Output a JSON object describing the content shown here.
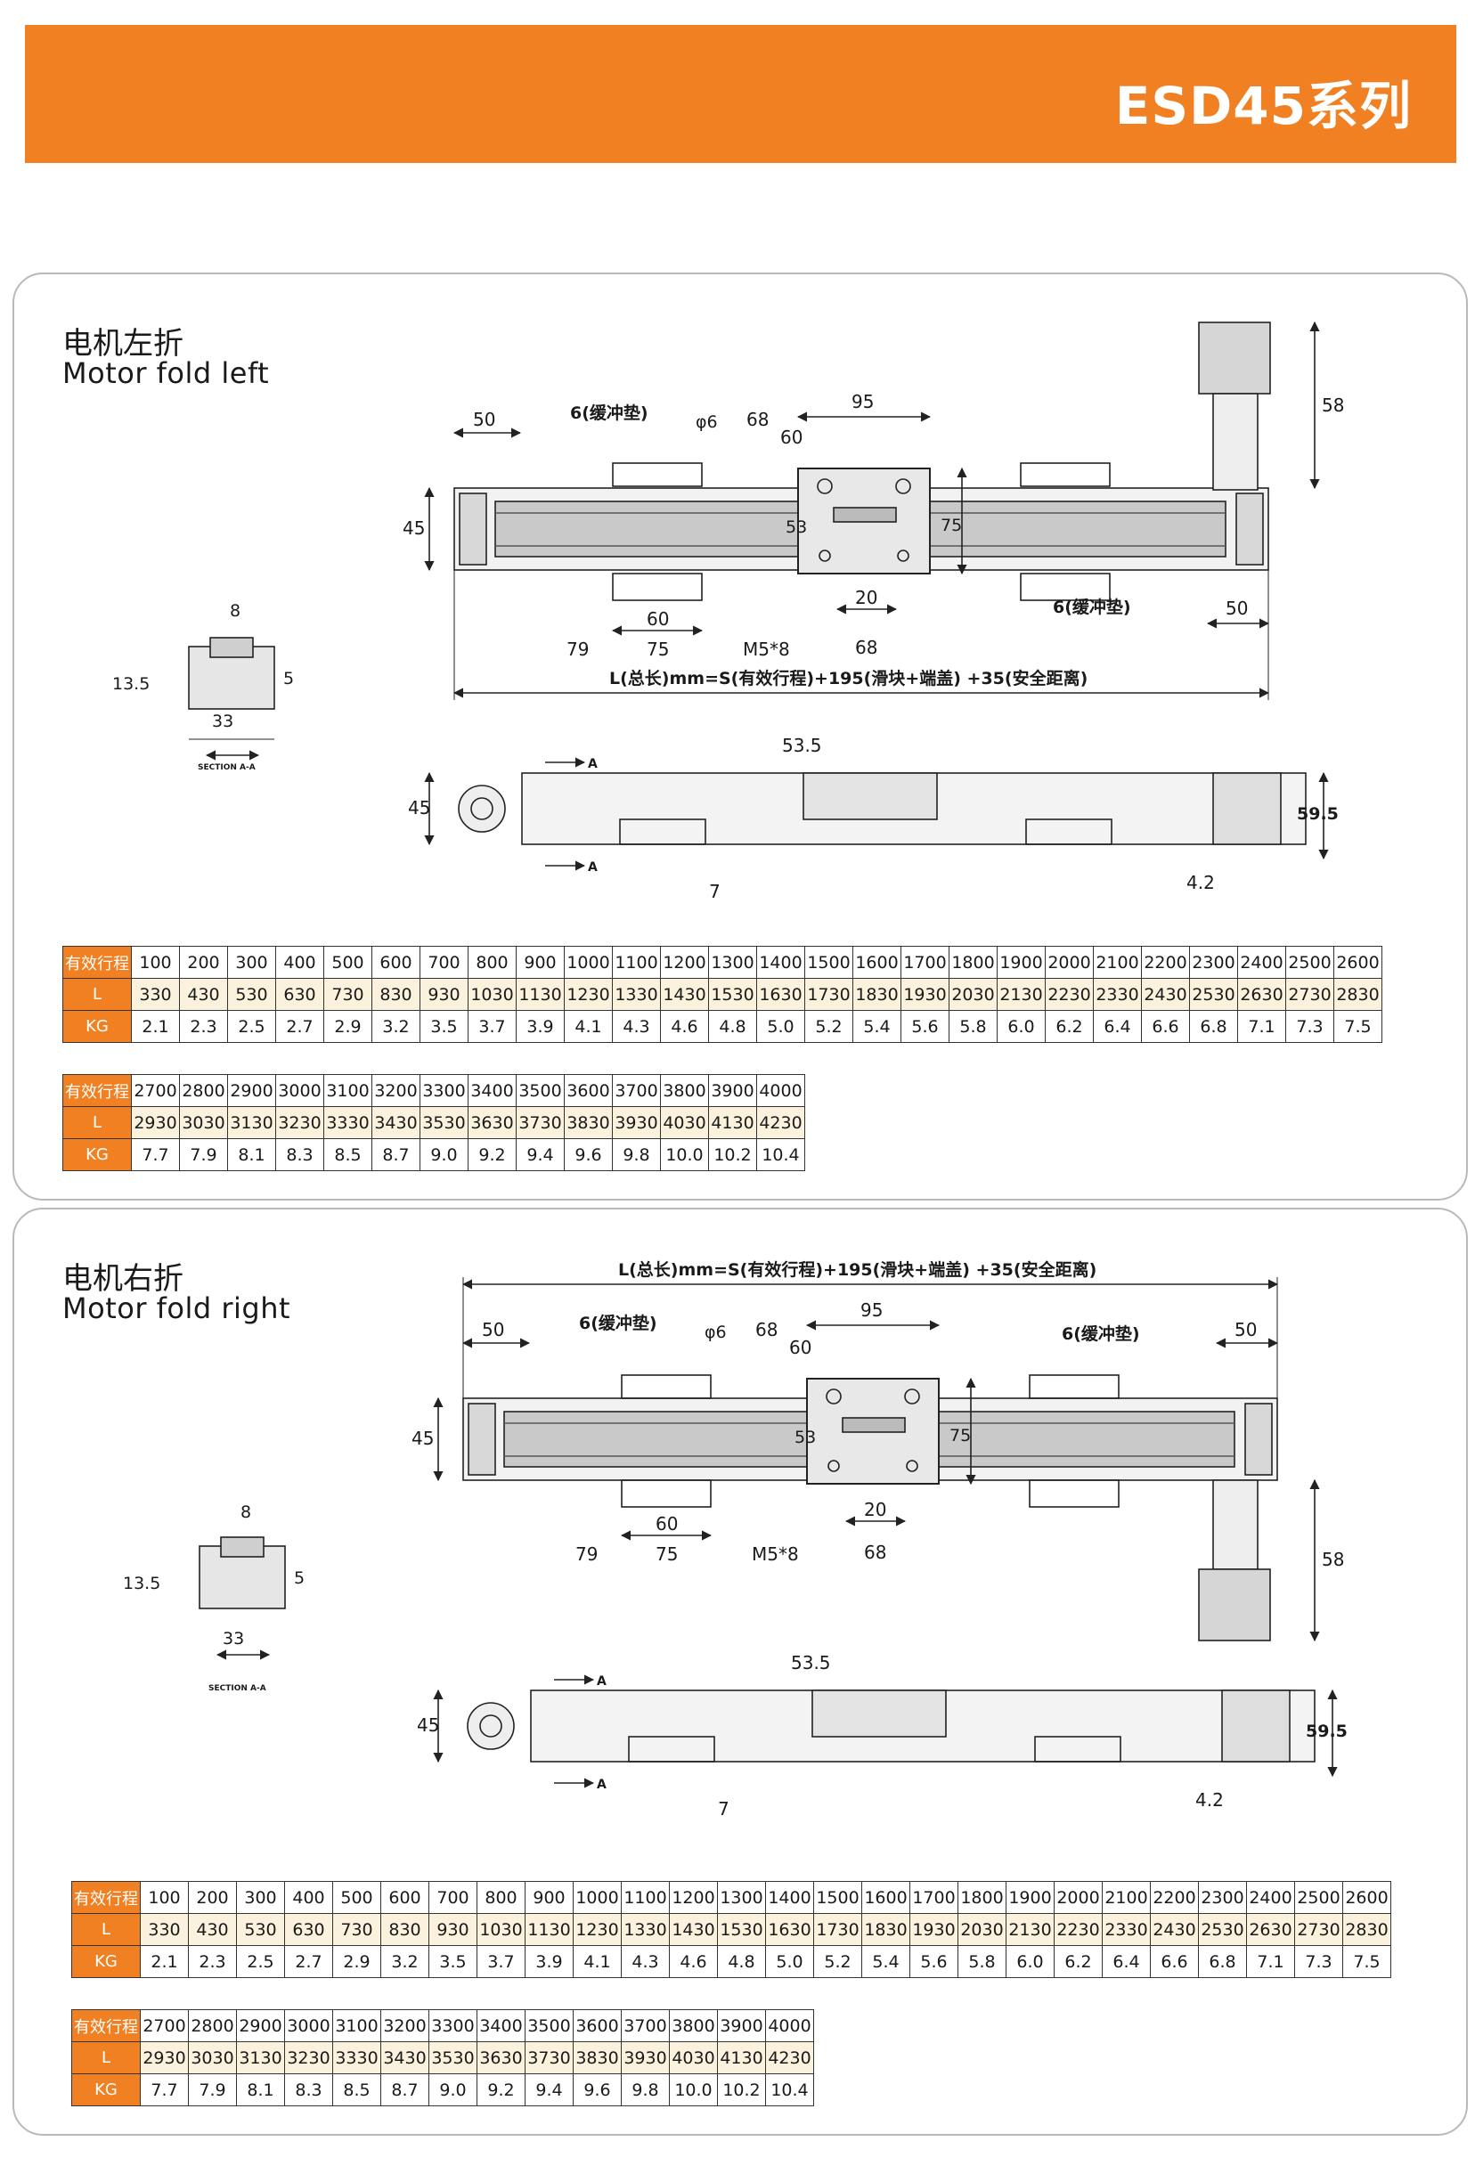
{
  "header": {
    "title": "ESD45系列",
    "bar_color": "#f08021"
  },
  "sections": [
    {
      "id": "left",
      "title_cn": "电机左折",
      "title_en": "Motor fold left",
      "labels": {
        "d50a": "50",
        "cushion_a": "6(缓冲垫)",
        "phi6": "φ6",
        "d68": "68",
        "d60": "60",
        "d95": "95",
        "d58": "58",
        "d45": "45",
        "d53": "53",
        "d75v": "75",
        "d60b": "60",
        "d75b": "75",
        "d79": "79",
        "m58": "M5*8",
        "d20": "20",
        "d68b": "68",
        "cushion_b": "6(缓冲垫)",
        "d50b": "50",
        "formula": "L(总长)mm=S(有效行程)+195(滑块+端盖) +35(安全距离)",
        "sec8": "8",
        "sec135": "13.5",
        "sec5": "5",
        "sec33": "33",
        "section": "SECTION A-A",
        "top535": "53.5",
        "top45": "45",
        "top595": "59.5",
        "top7": "7",
        "top42": "4.2",
        "arrow_a": "A",
        "arrow_b": "A"
      },
      "table1": {
        "headers": [
          "有效行程",
          "L",
          "KG"
        ],
        "stroke": [
          "100",
          "200",
          "300",
          "400",
          "500",
          "600",
          "700",
          "800",
          "900",
          "1000",
          "1100",
          "1200",
          "1300",
          "1400",
          "1500",
          "1600",
          "1700",
          "1800",
          "1900",
          "2000",
          "2100",
          "2200",
          "2300",
          "2400",
          "2500",
          "2600"
        ],
        "L": [
          "330",
          "430",
          "530",
          "630",
          "730",
          "830",
          "930",
          "1030",
          "1130",
          "1230",
          "1330",
          "1430",
          "1530",
          "1630",
          "1730",
          "1830",
          "1930",
          "2030",
          "2130",
          "2230",
          "2330",
          "2430",
          "2530",
          "2630",
          "2730",
          "2830"
        ],
        "KG": [
          "2.1",
          "2.3",
          "2.5",
          "2.7",
          "2.9",
          "3.2",
          "3.5",
          "3.7",
          "3.9",
          "4.1",
          "4.3",
          "4.6",
          "4.8",
          "5.0",
          "5.2",
          "5.4",
          "5.6",
          "5.8",
          "6.0",
          "6.2",
          "6.4",
          "6.6",
          "6.8",
          "7.1",
          "7.3",
          "7.5"
        ]
      },
      "table2": {
        "headers": [
          "有效行程",
          "L",
          "KG"
        ],
        "stroke": [
          "2700",
          "2800",
          "2900",
          "3000",
          "3100",
          "3200",
          "3300",
          "3400",
          "3500",
          "3600",
          "3700",
          "3800",
          "3900",
          "4000"
        ],
        "L": [
          "2930",
          "3030",
          "3130",
          "3230",
          "3330",
          "3430",
          "3530",
          "3630",
          "3730",
          "3830",
          "3930",
          "4030",
          "4130",
          "4230"
        ],
        "KG": [
          "7.7",
          "7.9",
          "8.1",
          "8.3",
          "8.5",
          "8.7",
          "9.0",
          "9.2",
          "9.4",
          "9.6",
          "9.8",
          "10.0",
          "10.2",
          "10.4"
        ]
      }
    },
    {
      "id": "right",
      "title_cn": "电机右折",
      "title_en": "Motor fold right",
      "labels": {
        "d50a": "50",
        "cushion_a": "6(缓冲垫)",
        "phi6": "φ6",
        "d68": "68",
        "d60": "60",
        "d95": "95",
        "d58": "58",
        "d45": "45",
        "d53": "53",
        "d75v": "75",
        "d60b": "60",
        "d75b": "75",
        "d79": "79",
        "m58": "M5*8",
        "d20": "20",
        "d68b": "68",
        "cushion_b": "6(缓冲垫)",
        "d50b": "50",
        "formula": "L(总长)mm=S(有效行程)+195(滑块+端盖) +35(安全距离)",
        "sec8": "8",
        "sec135": "13.5",
        "sec5": "5",
        "sec33": "33",
        "section": "SECTION A-A",
        "top535": "53.5",
        "top45": "45",
        "top595": "59.5",
        "top7": "7",
        "top42": "4.2",
        "arrow_a": "A",
        "arrow_b": "A"
      },
      "table1": {
        "headers": [
          "有效行程",
          "L",
          "KG"
        ],
        "stroke": [
          "100",
          "200",
          "300",
          "400",
          "500",
          "600",
          "700",
          "800",
          "900",
          "1000",
          "1100",
          "1200",
          "1300",
          "1400",
          "1500",
          "1600",
          "1700",
          "1800",
          "1900",
          "2000",
          "2100",
          "2200",
          "2300",
          "2400",
          "2500",
          "2600"
        ],
        "L": [
          "330",
          "430",
          "530",
          "630",
          "730",
          "830",
          "930",
          "1030",
          "1130",
          "1230",
          "1330",
          "1430",
          "1530",
          "1630",
          "1730",
          "1830",
          "1930",
          "2030",
          "2130",
          "2230",
          "2330",
          "2430",
          "2530",
          "2630",
          "2730",
          "2830"
        ],
        "KG": [
          "2.1",
          "2.3",
          "2.5",
          "2.7",
          "2.9",
          "3.2",
          "3.5",
          "3.7",
          "3.9",
          "4.1",
          "4.3",
          "4.6",
          "4.8",
          "5.0",
          "5.2",
          "5.4",
          "5.6",
          "5.8",
          "6.0",
          "6.2",
          "6.4",
          "6.6",
          "6.8",
          "7.1",
          "7.3",
          "7.5"
        ]
      },
      "table2": {
        "headers": [
          "有效行程",
          "L",
          "KG"
        ],
        "stroke": [
          "2700",
          "2800",
          "2900",
          "3000",
          "3100",
          "3200",
          "3300",
          "3400",
          "3500",
          "3600",
          "3700",
          "3800",
          "3900",
          "4000"
        ],
        "L": [
          "2930",
          "3030",
          "3130",
          "3230",
          "3330",
          "3430",
          "3530",
          "3630",
          "3730",
          "3830",
          "3930",
          "4030",
          "4130",
          "4230"
        ],
        "KG": [
          "7.7",
          "7.9",
          "8.1",
          "8.3",
          "8.5",
          "8.7",
          "9.0",
          "9.2",
          "9.4",
          "9.6",
          "9.8",
          "10.0",
          "10.2",
          "10.4"
        ]
      }
    }
  ]
}
